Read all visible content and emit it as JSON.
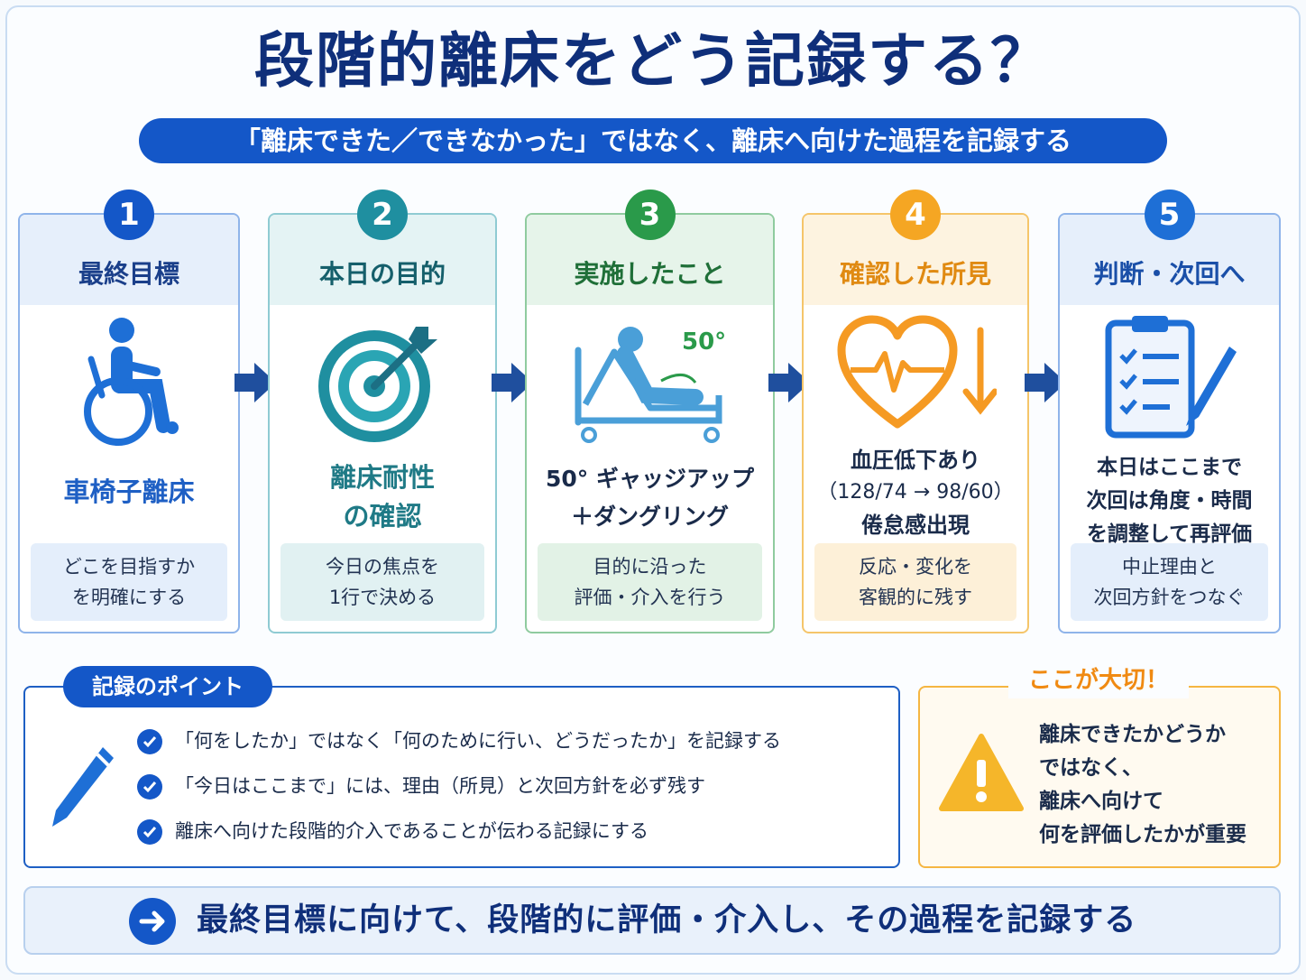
{
  "title": "段階的離床をどう記録する？",
  "subtitle": "「離床できた／できなかった」ではなく、離床へ向けた過程を記録する",
  "steps": [
    {
      "num": "1",
      "label": "最終目標",
      "desc1": "車椅子離床",
      "desc2": "",
      "desc3": "",
      "note1": "どこを目指すか",
      "note2": "を明確にする",
      "icon": "wheelchair-icon",
      "color": "#1457c8"
    },
    {
      "num": "2",
      "label": "本日の目的",
      "desc1": "離床耐性",
      "desc2": "の確認",
      "desc3": "",
      "note1": "今日の焦点を",
      "note2": "1行で決める",
      "icon": "target-icon",
      "color": "#1f8fa0"
    },
    {
      "num": "3",
      "label": "実施したこと",
      "desc1": "50° ギャッジアップ",
      "desc2": "＋ダングリング",
      "desc3": "",
      "note1": "目的に沿った",
      "note2": "評価・介入を行う",
      "icon": "bed-icon",
      "angle": "50°",
      "color": "#2a9a4a"
    },
    {
      "num": "4",
      "label": "確認した所見",
      "desc1": "血圧低下あり",
      "desc2": "（128/74 → 98/60）",
      "desc3": "倦怠感出現",
      "note1": "反応・変化を",
      "note2": "客観的に残す",
      "icon": "heart-icon",
      "color": "#f5a623"
    },
    {
      "num": "5",
      "label": "判断・次回へ",
      "desc1": "本日はここまで",
      "desc2": "次回は角度・時間",
      "desc3": "を調整して再評価",
      "note1": "中止理由と",
      "note2": "次回方針をつなぐ",
      "icon": "clipboard-icon",
      "color": "#1e6fd6"
    }
  ],
  "points": {
    "title": "記録のポイント",
    "items": [
      "「何をしたか」ではなく「何のために行い、どうだったか」を記録する",
      "「今日はここまで」には、理由（所見）と次回方針を必ず残す",
      "離床へ向けた段階的介入であることが伝わる記録にする"
    ]
  },
  "important": {
    "title": "ここが大切！",
    "lines": [
      "離床できたかどうか",
      "ではなく、",
      "離床へ向けて",
      "何を評価したかが重要"
    ]
  },
  "summary": "最終目標に向けて、段階的に評価・介入し、その過程を記録する"
}
